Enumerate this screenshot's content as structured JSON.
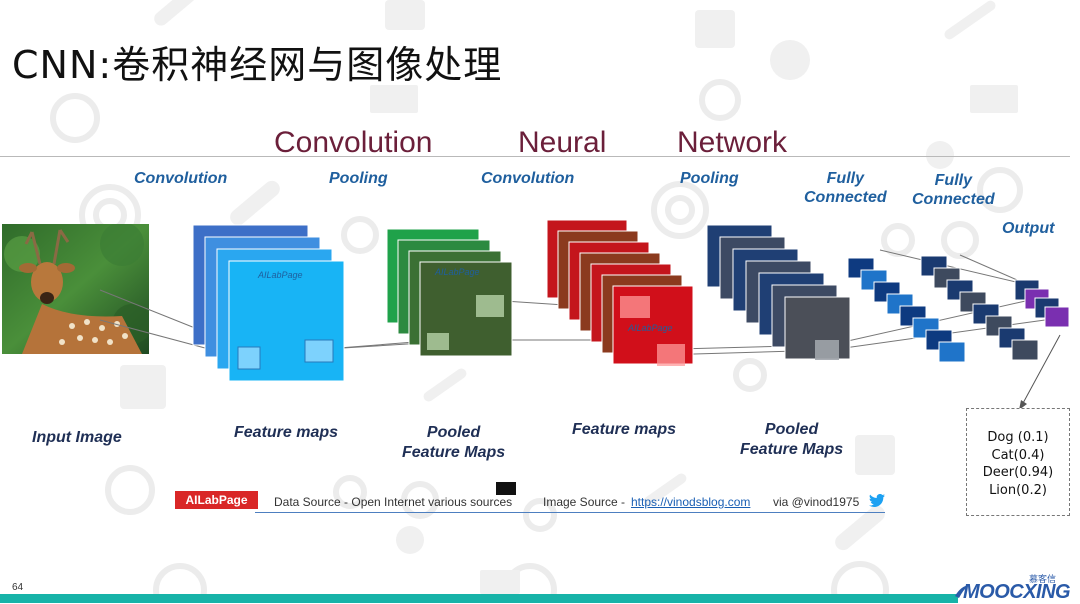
{
  "slide": {
    "title": "CNN:卷积神经网与图像处理",
    "page_number": "64"
  },
  "header_words": [
    "Convolution",
    "Neural",
    "Network"
  ],
  "layer_labels": {
    "convolution_1": "Convolution",
    "pooling_1": "Pooling",
    "convolution_2": "Convolution",
    "pooling_2": "Pooling",
    "fully_connected_1": "Fully\nConnected",
    "fully_connected_2": "Fully\nConnected",
    "output": "Output"
  },
  "bottom_labels": {
    "input_image": "Input Image",
    "feature_maps_1": "Feature maps",
    "pooled_1": "Pooled\nFeature Maps",
    "feature_maps_2": "Feature maps",
    "pooled_2": "Pooled\nFeature Maps"
  },
  "watermark_text": "AILabPage",
  "output_classes": [
    "Dog (0.1)",
    "Cat(0.4)",
    "Deer(0.94)",
    "Lion(0.2)"
  ],
  "source": {
    "logo": "AILabPage",
    "data_source": "Data Source -  Open Internet  various sources",
    "image_source_label": "Image Source - ",
    "image_source_link": "https://vinodsblog.com",
    "via": "via  @vinod1975"
  },
  "brand": {
    "name": "MOOCXING",
    "sub": "慕客信"
  },
  "colors": {
    "title": "#111111",
    "header_words": "#6b1f3a",
    "layer_labels": "#1f5f9e",
    "conv1_maps": [
      "#3d6fc7",
      "#3f8fe0",
      "#2aa7f0",
      "#18b4f5"
    ],
    "pool1_maps": [
      "#1fa24a",
      "#2c8a40",
      "#3b7034",
      "#3f5f2f"
    ],
    "conv2_maps": [
      "#c4151c",
      "#8b3a1e",
      "#c4151c",
      "#8b3a1e",
      "#c4151c",
      "#8b3a1e",
      "#d10f1a"
    ],
    "pool2_maps": [
      "#1f3f74",
      "#3d4a63",
      "#1f3f74",
      "#3d4a63",
      "#1f3f74",
      "#3d4a63",
      "#4b4f58"
    ],
    "fc1_nodes": [
      "#0e3a80",
      "#1f74c9",
      "#0e3a80",
      "#1f74c9",
      "#0e3a80",
      "#1f74c9",
      "#0e3a80",
      "#1f74c9"
    ],
    "fc2_nodes": [
      "#1a3a70",
      "#3e4a5e",
      "#1a3a70",
      "#3e4a5e",
      "#1a3a70",
      "#3e4a5e",
      "#1a3a70",
      "#3e4a5e"
    ],
    "output_nodes": [
      "#1a3a70",
      "#7a2fb0",
      "#1a3a70",
      "#7a2fb0"
    ],
    "bottom_band": "#17b3a8",
    "source_logo": "#d92727"
  }
}
